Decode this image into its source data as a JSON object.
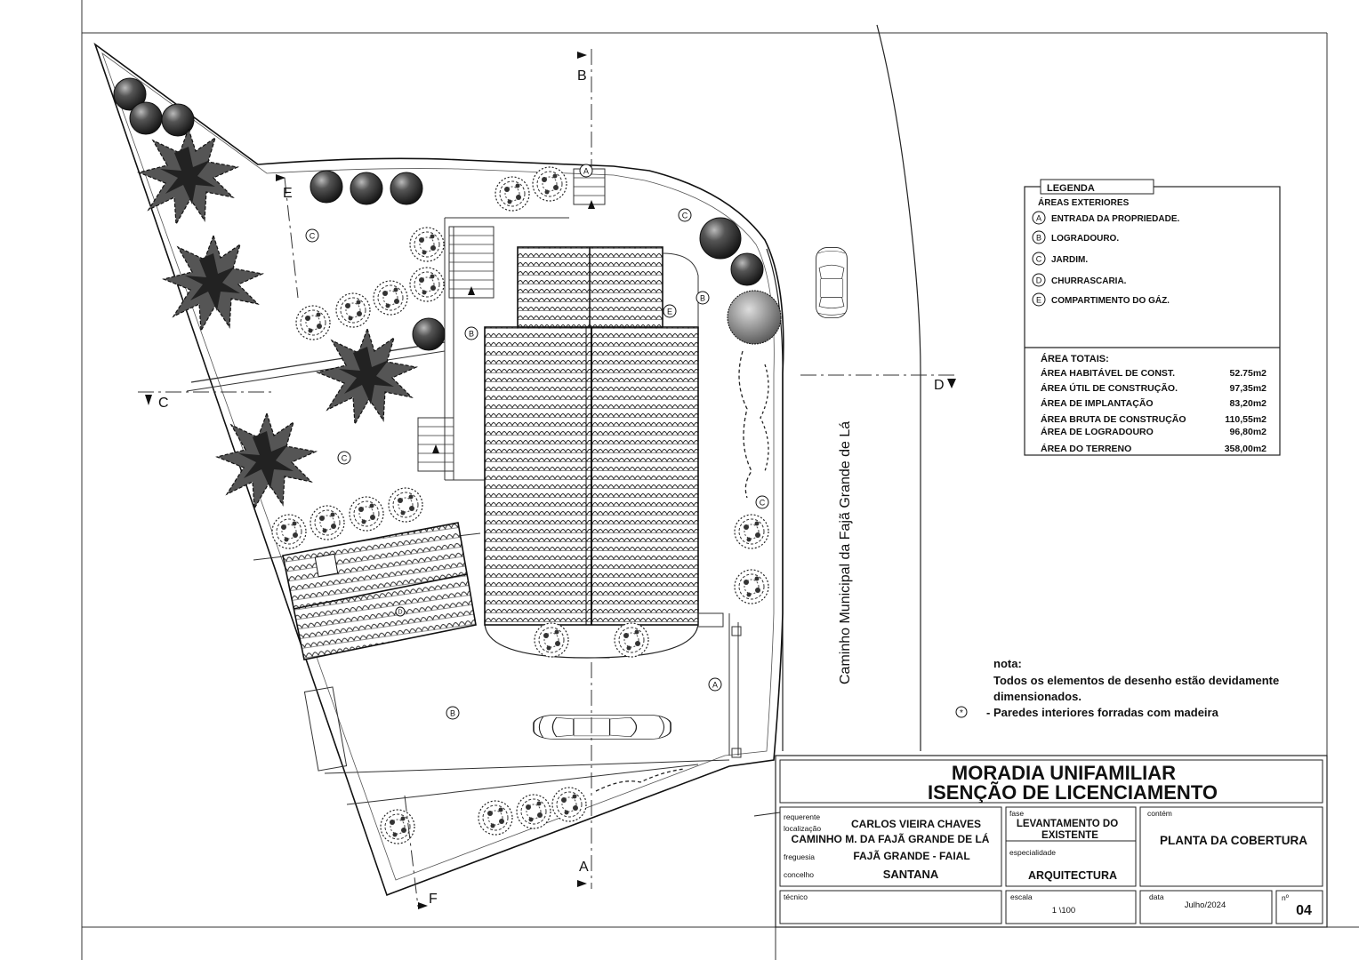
{
  "section_markers": {
    "b": "B",
    "a": "A",
    "c": "C",
    "d": "D",
    "e": "E",
    "f": "F"
  },
  "area_codes": {
    "a": "A",
    "b": "B",
    "c": "C",
    "d": "D",
    "e": "E"
  },
  "road_name": "Caminho Municipal da Fajã Grande de Lá",
  "legend": {
    "title": "LEGENDA",
    "subtitle": "ÁREAS EXTERIORES",
    "items": [
      {
        "code": "A",
        "text": "ENTRADA DA PROPRIEDADE."
      },
      {
        "code": "B",
        "text": "LOGRADOURO."
      },
      {
        "code": "C",
        "text": "JARDIM."
      },
      {
        "code": "D",
        "text": "CHURRASCARIA."
      },
      {
        "code": "E",
        "text": "COMPARTIMENTO DO GÁZ."
      }
    ],
    "totals_title": "ÁREA TOTAIS:",
    "totals": [
      {
        "label": "ÁREA HABITÁVEL DE CONST.",
        "value": "52.75m2"
      },
      {
        "label": "ÁREA ÚTIL DE CONSTRUÇÃO.",
        "value": "97,35m2"
      },
      {
        "label": "ÁREA DE IMPLANTAÇÃO",
        "value": "83,20m2"
      },
      {
        "label": "ÁREA BRUTA DE CONSTRUÇÃO",
        "value": "110,55m2"
      },
      {
        "label": "ÁREA DE LOGRADOURO",
        "value": "96,80m2"
      },
      {
        "label": "ÁREA DO TERRENO",
        "value": "358,00m2"
      }
    ]
  },
  "note": {
    "title": "nota:",
    "line1": "Todos os elementos de desenho estão devidamente",
    "line2": "dimensionados.",
    "asterisk": "*",
    "line3": "- Paredes interiores forradas com madeira"
  },
  "title_block": {
    "title_line1": "MORADIA UNIFAMILIAR",
    "title_line2": "ISENÇÃO DE LICENCIAMENTO",
    "requerente_label": "requerente",
    "localizacao_label": "localização",
    "requerente": "CARLOS VIEIRA CHAVES",
    "localizacao": "CAMINHO M. DA FAJÃ GRANDE DE LÁ",
    "freguesia_label": "freguesia",
    "freguesia": "FAJÃ GRANDE  -  FAIAL",
    "concelho_label": "concelho",
    "concelho": "SANTANA",
    "fase_label": "fase",
    "fase_line1": "LEVANTAMENTO DO",
    "fase_line2": "EXISTENTE",
    "especialidade_label": "especialidade",
    "especialidade": "ARQUITECTURA",
    "contem_label": "contém",
    "contem": "PLANTA DA COBERTURA",
    "tecnico_label": "técnico",
    "escala_label": "escala",
    "escala": "1 \\100",
    "data_label": "data",
    "data": "Julho/2024",
    "numero_label": "nº",
    "numero": "04"
  }
}
